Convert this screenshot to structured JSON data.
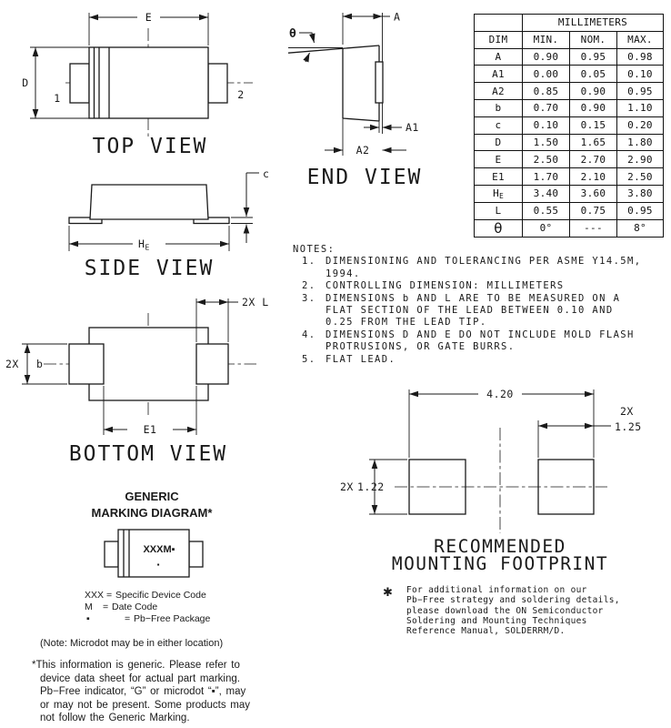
{
  "table": {
    "group_header": "MILLIMETERS",
    "col_headers": [
      "DIM",
      "MIN.",
      "NOM.",
      "MAX."
    ],
    "rows": [
      {
        "dim": "A",
        "min": "0.90",
        "nom": "0.95",
        "max": "0.98"
      },
      {
        "dim": "A1",
        "min": "0.00",
        "nom": "0.05",
        "max": "0.10"
      },
      {
        "dim": "A2",
        "min": "0.85",
        "nom": "0.90",
        "max": "0.95"
      },
      {
        "dim": "b",
        "min": "0.70",
        "nom": "0.90",
        "max": "1.10"
      },
      {
        "dim": "c",
        "min": "0.10",
        "nom": "0.15",
        "max": "0.20"
      },
      {
        "dim": "D",
        "min": "1.50",
        "nom": "1.65",
        "max": "1.80"
      },
      {
        "dim": "E",
        "min": "2.50",
        "nom": "2.70",
        "max": "2.90"
      },
      {
        "dim": "E1",
        "min": "1.70",
        "nom": "2.10",
        "max": "2.50"
      },
      {
        "dim": "H",
        "dim_sub": "E",
        "min": "3.40",
        "nom": "3.60",
        "max": "3.80"
      },
      {
        "dim": "L",
        "min": "0.55",
        "nom": "0.75",
        "max": "0.95"
      },
      {
        "dim": "θ",
        "min": "0°",
        "nom": "---",
        "max": "8°"
      }
    ]
  },
  "views": {
    "top": {
      "label": "TOP VIEW",
      "dim_e": "E",
      "dim_d": "D",
      "pin1": "1",
      "pin2": "2"
    },
    "end": {
      "label": "END VIEW",
      "dim_a": "A",
      "dim_a1": "A1",
      "dim_a2": "A2",
      "dim_theta": "θ"
    },
    "side": {
      "label": "SIDE VIEW",
      "dim_c": "c",
      "dim_he_main": "H",
      "dim_he_sub": "E"
    },
    "bottom": {
      "label": "BOTTOM VIEW",
      "dim_l": "2X L",
      "dim_b_qty": "2X",
      "dim_b": "b",
      "dim_e1": "E1"
    }
  },
  "notes": {
    "title": "NOTES:",
    "items": [
      {
        "num": "1.",
        "text": "DIMENSIONING AND TOLERANCING PER ASME Y14.5M,\n1994."
      },
      {
        "num": "2.",
        "text": "CONTROLLING DIMENSION: MILLIMETERS"
      },
      {
        "num": "3.",
        "text": "DIMENSIONS b AND L ARE TO BE MEASURED ON A\nFLAT SECTION OF THE LEAD BETWEEN 0.10 AND\n0.25 FROM THE LEAD TIP."
      },
      {
        "num": "4.",
        "text": "DIMENSIONS D AND E DO NOT INCLUDE MOLD FLASH\nPROTRUSIONS, OR GATE BURRS."
      },
      {
        "num": "5.",
        "text": "FLAT LEAD."
      }
    ]
  },
  "marking": {
    "title_line1": "GENERIC",
    "title_line2": "MARKING DIAGRAM*",
    "package_text": "XXXM▪",
    "microdot": "▪",
    "legend": [
      {
        "key": "XXX",
        "eq": "=",
        "value": "Specific Device Code"
      },
      {
        "key": "M",
        "eq": "=",
        "value": "Date Code"
      },
      {
        "key": "▪",
        "eq": "=",
        "value": "Pb−Free Package"
      }
    ],
    "location_note": "(Note: Microdot may be in either location)",
    "footnote": "*This information is generic. Please refer to\ndevice data sheet for actual part marking.\nPb−Free indicator, “G” or microdot “▪”, may\nor may not be present. Some products may\nnot follow the Generic Marking."
  },
  "footprint": {
    "label_line1": "RECOMMENDED",
    "label_line2": "MOUNTING FOOTPRINT",
    "dim_width": "4.20",
    "dim_pad_w_qty": "2X",
    "dim_pad_w": "1.25",
    "dim_pad_h_qty": "2X",
    "dim_pad_h": "1.22",
    "footnote_mark": "✱",
    "footnote": "For additional information on our\nPb−Free strategy and soldering details,\nplease download the ON Semiconductor\nSoldering and Mounting Techniques\nReference Manual, SOLDERRM/D."
  }
}
